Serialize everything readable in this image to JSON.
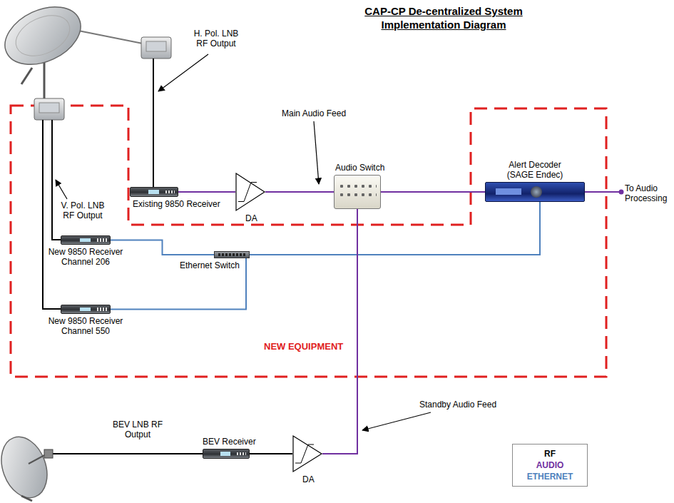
{
  "diagram": {
    "title": "CAP-CP De-centralized System Implementation Diagram",
    "nodes": [
      {
        "text": [
          "Existing 9850 Receiver"
        ]
      },
      {
        "text": [
          "DA"
        ]
      },
      {
        "text": [
          "Audio Switch"
        ]
      },
      {
        "text": [
          "Alert Decoder (SAGE Endec)"
        ]
      },
      {
        "text": [
          "New 9850 Receiver Channel 206"
        ]
      },
      {
        "text": [
          "Ethernet Switch"
        ]
      },
      {
        "text": [
          "New 9850 Receiver Channel 550"
        ]
      },
      {
        "text": [
          "BEV Receiver"
        ]
      },
      {
        "text": [
          "DA"
        ]
      }
    ],
    "edges": [
      {
        "from": 0,
        "to": 1,
        "arrow": "none"
      },
      {
        "from": 1,
        "to": 2,
        "arrow": "none"
      },
      {
        "from": 2,
        "to": 3,
        "arrow": "none"
      },
      {
        "from": 4,
        "to": 5,
        "arrow": "none"
      },
      {
        "from": 6,
        "to": 5,
        "arrow": "none"
      },
      {
        "from": 5,
        "to": 3,
        "arrow": "none"
      },
      {
        "from": 7,
        "to": 8,
        "arrow": "none"
      },
      {
        "from": 8,
        "to": 2,
        "arrow": "none"
      }
    ],
    "labels": [
      "H. Pol. LNB RF Output",
      "Main Audio Feed",
      "V. Pol. LNB RF Output",
      "To Audio Processing",
      "NEW EQUIPMENT",
      "Standby Audio Feed",
      "BEV LNB RF Output"
    ],
    "legend": [
      {
        "text": "RF",
        "color": "#000000"
      },
      {
        "text": "AUDIO",
        "color": "#7030a0"
      },
      {
        "text": "ETHERNET",
        "color": "#4f81bd"
      }
    ]
  }
}
